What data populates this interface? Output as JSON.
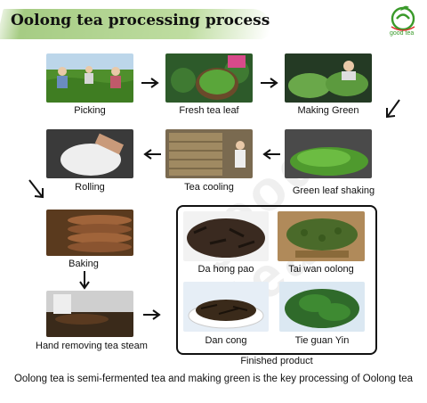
{
  "title": "Oolong tea processing process",
  "logo_text": "good tea",
  "watermark": "good tea",
  "steps": {
    "picking": "Picking",
    "fresh_leaf": "Fresh tea leaf",
    "making_green": "Making Green",
    "rolling": "Rolling",
    "cooling": "Tea cooling",
    "shaking": "Green leaf shaking",
    "baking": "Baking",
    "steam": "Hand removing tea steam"
  },
  "products": {
    "p1": "Da hong pao",
    "p2": "Tai wan oolong",
    "p3": "Dan cong",
    "p4": "Tie guan Yin"
  },
  "finished": "Finished product",
  "footer": "Oolong tea is semi-fermented tea and making green is the key processing of Oolong tea",
  "colors": {
    "brush": "#9cc873",
    "logo": "#3a9a2a",
    "tea_green": "#3e7d2a"
  }
}
